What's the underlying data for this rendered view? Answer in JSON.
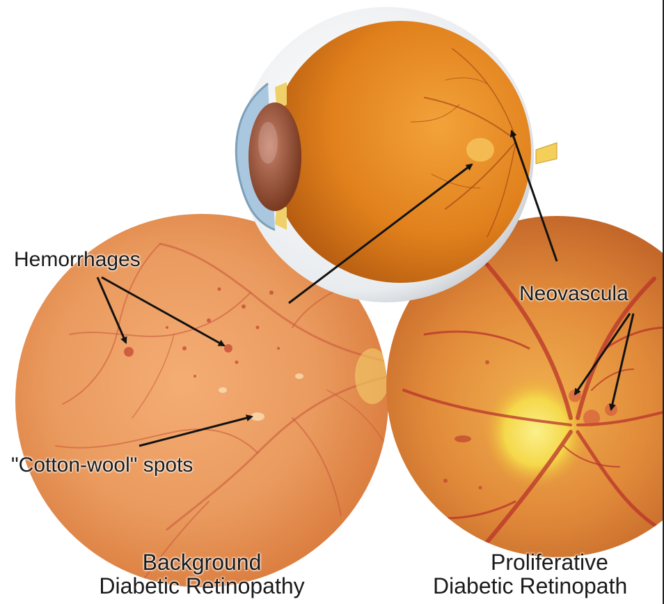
{
  "labels": {
    "hemorrhages": "Hemorrhages",
    "cotton_wool": "\"Cotton-wool\" spots",
    "neovascular": "Neovascula",
    "background_line1": "Background",
    "background_line2": "Diabetic Retinopathy",
    "proliferative_line1": "Proliferative",
    "proliferative_line2": "Diabetic Retinopath"
  },
  "colors": {
    "eye_orange": "#e08a1e",
    "retina_light": "#f0a870",
    "vessel_red": "#c0402a",
    "optic_disc_yellow": "#f7e24a",
    "arrow": "#111111"
  }
}
